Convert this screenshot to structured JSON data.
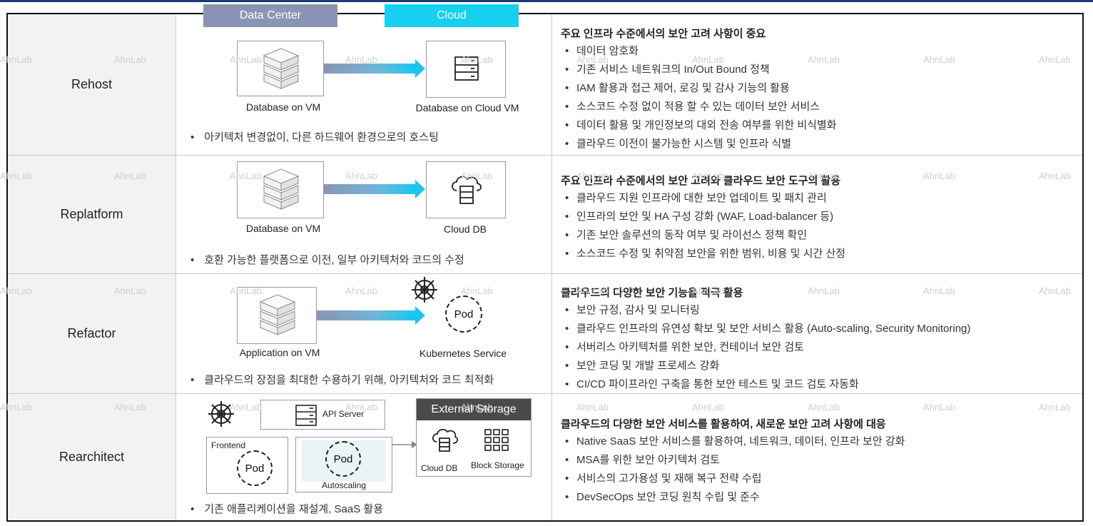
{
  "headers": {
    "data_center": "Data Center",
    "cloud": "Cloud",
    "data_center_color": "#8b94b4",
    "cloud_color": "#17d0f0"
  },
  "watermark": "AhnLab",
  "rows": [
    {
      "name": "Rehost",
      "left_caption": "Database on VM",
      "right_caption": "Database on Cloud VM",
      "bullet": "아키텍처 변경없이, 다른 하드웨어 환경으로의 호스팅",
      "title": "주요 인프라 수준에서의 보안 고려 사항이 중요",
      "items": [
        "데이터 암호화",
        "기존 서비스 네트워크의 In/Out Bound 정책",
        "IAM 활용과 접근 제어, 로깅 및 감사 기능의 활용",
        "소스코드 수정 없이 적용 할 수 있는 데이터 보안 서비스",
        "데이터 활용 및 개인정보의 대외 전송 여부를 위한 비식별화",
        "클라우드 이전이 불가능한 시스템 및 인프라 식별"
      ]
    },
    {
      "name": "Replatform",
      "left_caption": "Database on VM",
      "right_caption": "Cloud DB",
      "bullet": "호환 가능한 플랫폼으로 이전, 일부 아키텍처와 코드의 수정",
      "title": "주요 인프라 수준에서의 보안 고려와 클라우드 보안 도구의 활용",
      "items": [
        "클라우드 지원 인프라에 대한 보안 업데이트 및 패치 관리",
        "인프라의 보안 및 HA 구성 강화 (WAF, Load-balancer 등)",
        "기존 보안 솔루션의 동작 여부 및 라이선스 정책 확인",
        "소스코드 수정 및 취약점 보안을 위한 범위, 비용 및 시간 산정"
      ]
    },
    {
      "name": "Refactor",
      "left_caption": "Application on VM",
      "right_caption": "Kubernetes Service",
      "pod": "Pod",
      "bullet": "클라우드의 장점을 최대한 수용하기 위해, 아키텍처와 코드 최적화",
      "title": "클라우드의 다양한 보안 기능을 적극 활용",
      "items": [
        "보안 규정, 감사 및 모니터링",
        "클라우드 인프라의 유연성 확보 및 보안 서비스 활용 (Auto-scaling, Security Monitoring)",
        "서버리스 아키텍처를 위한 보안, 컨테이너 보안 검토",
        "보안 코딩 및 개발 프로세스 강화",
        "CI/CD 파이프라인 구축을 통한 보안 테스트 및 코드 검토 자동화"
      ]
    },
    {
      "name": "Rearchitect",
      "api_server": "API Server",
      "frontend": "Frontend",
      "pod": "Pod",
      "autoscaling": "Autoscaling",
      "external_storage": "External Storage",
      "cloud_db": "Cloud DB",
      "block_storage": "Block Storage",
      "bullet": "기존 애플리케이션을 재설계, SaaS 활용",
      "title": "클라우드의 다양한 보안 서비스를 활용하여, 새로운 보안 고려 사항에 대응",
      "items": [
        "Native SaaS 보안 서비스를 활용하여, 네트워크, 데이터, 인프라 보안 강화",
        "MSA를 위한 보안 아키텍처 검토",
        "서비스의 고가용성 및 재해 복구 전략 수립",
        "DevSecOps 보안 코딩 원칙 수립 및 준수"
      ]
    }
  ]
}
